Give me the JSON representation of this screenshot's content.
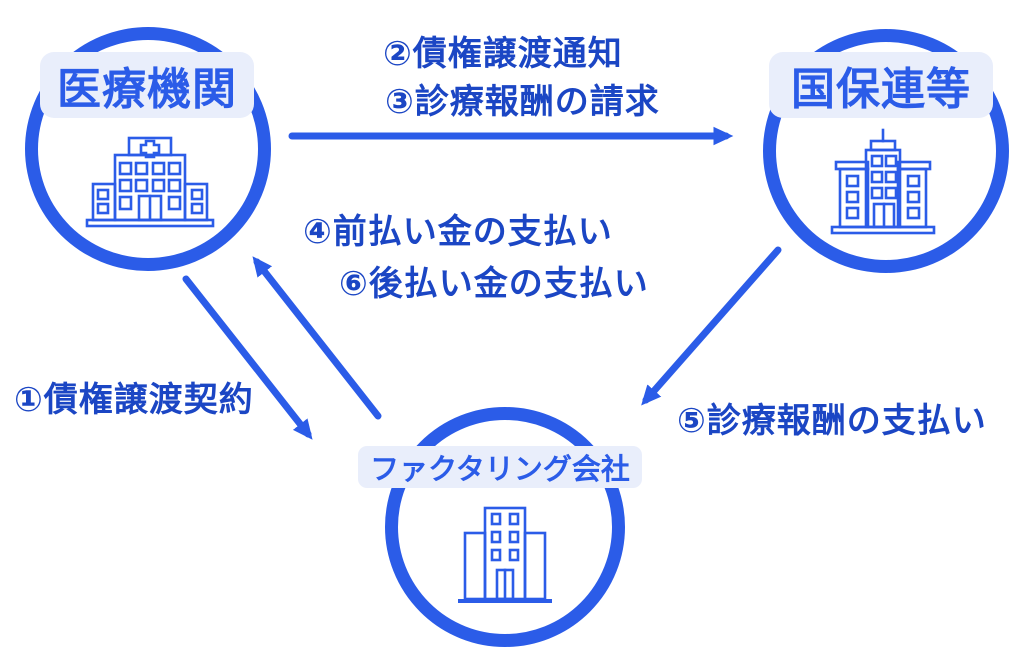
{
  "diagram": {
    "colors": {
      "primary": "#2b5ce8",
      "step_text": "#1b46c4",
      "label_bg": "#e9eefb",
      "background": "#ffffff"
    },
    "nodes": {
      "medical": {
        "label": "医療機関",
        "icon": "hospital-icon"
      },
      "insurer": {
        "label": "国保連等",
        "icon": "government-building-icon"
      },
      "factoring": {
        "label": "ファクタリング会社",
        "icon": "office-building-icon"
      }
    },
    "steps": {
      "s1": "①債権譲渡契約",
      "s2": "②債権譲渡通知",
      "s3": "③診療報酬の請求",
      "s4": "④前払い金の支払い",
      "s5": "⑤診療報酬の支払い",
      "s6": "⑥後払い金の支払い"
    },
    "edges": [
      {
        "from": "医療機関",
        "to": "国保連等",
        "labels": [
          "②債権譲渡通知",
          "③診療報酬の請求"
        ]
      },
      {
        "from": "医療機関",
        "to": "ファクタリング会社",
        "labels": [
          "①債権譲渡契約"
        ]
      },
      {
        "from": "ファクタリング会社",
        "to": "医療機関",
        "labels": [
          "④前払い金の支払い",
          "⑥後払い金の支払い"
        ]
      },
      {
        "from": "国保連等",
        "to": "ファクタリング会社",
        "labels": [
          "⑤診療報酬の支払い"
        ]
      }
    ]
  }
}
